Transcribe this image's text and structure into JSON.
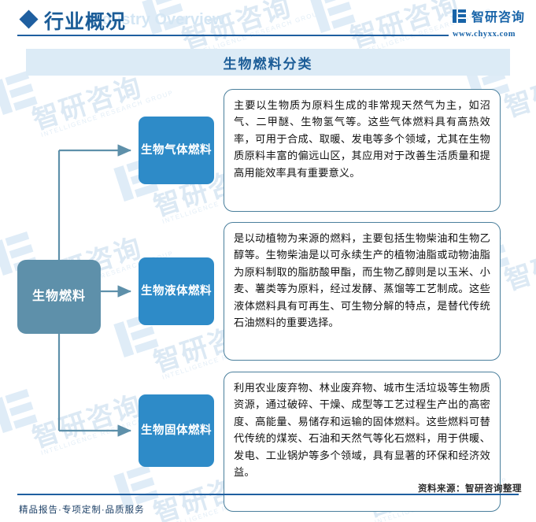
{
  "header": {
    "diamond_icon": "diamond-icon",
    "title": "行业概况",
    "title_en": "Industry Overview",
    "brand_name": "智研咨询",
    "brand_url": "www.chyxx.com",
    "brand_mark_icon": "chyxx-logo-icon"
  },
  "chart": {
    "title": "生物燃料分类"
  },
  "diagram": {
    "root": {
      "label": "生物燃料",
      "color": "#5e90aa"
    },
    "branch_color": "#5e90aa",
    "category_color": "#2e8bc8",
    "box_border_color": "#4a7f9c",
    "branches": [
      {
        "label": "生物气体燃料",
        "description": "主要以生物质为原料生成的非常规天然气为主，如沼气、二甲醚、生物氢气等。这些气体燃料具有高热效率，可用于合成、取暖、发电等多个领域，尤其在生物质原料丰富的偏远山区，其应用对于改善生活质量和提高用能效率具有重要意义。"
      },
      {
        "label": "生物液体燃料",
        "description": "是以动植物为来源的燃料，主要包括生物柴油和生物乙醇等。生物柴油是以可永续生产的植物油脂或动物油脂为原料制取的脂肪酸甲酯，而生物乙醇则是以玉米、小麦、薯类等为原料，经过发酵、蒸馏等工艺制成。这些液体燃料具有可再生、可生物分解的特点，是替代传统石油燃料的重要选择。"
      },
      {
        "label": "生物固体燃料",
        "description": "利用农业废弃物、林业废弃物、城市生活垃圾等生物质资源，通过破碎、干燥、成型等工艺过程生产出的高密度、高能量、易储存和运输的固体燃料。这些燃料可替代传统的煤炭、石油和天然气等化石燃料，用于供暖、发电、工业锅炉等多个领域，具有显著的环保和经济效益。"
      }
    ]
  },
  "footer": {
    "tagline": "精品报告·专项定制·品质服务",
    "source": "资料来源：智研咨询整理"
  },
  "watermark": {
    "text": "智研咨询",
    "subtext": "INTELLIGENCE RESEARCH GROUP"
  }
}
